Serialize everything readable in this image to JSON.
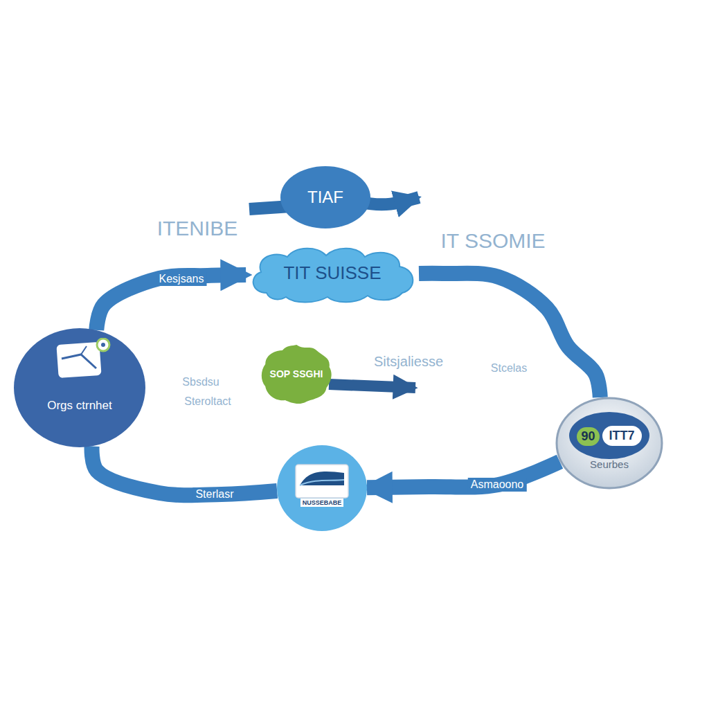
{
  "diagram": {
    "nodes": [
      {
        "text": [
          "TIAF"
        ]
      },
      {
        "text": [
          "TIT SUISSE"
        ]
      },
      {
        "text": [
          "Orgs ctrnhet"
        ]
      },
      {
        "text": [
          "SOP SSGHI"
        ]
      },
      {
        "text": [
          "NUSSEBABE"
        ]
      },
      {
        "text": [
          "90",
          "ITT7",
          "Seurbes"
        ]
      }
    ],
    "edges": [
      {
        "from": 2,
        "to": 1,
        "label": "Kesjsans",
        "arrow": "to"
      },
      {
        "from": 1,
        "to": 5,
        "arrow": "none"
      },
      {
        "from": 5,
        "to": 4,
        "label": "Asmaoono",
        "arrow": "to"
      },
      {
        "from": 2,
        "to": 4,
        "label": "Sterlasr",
        "arrow": "none"
      }
    ],
    "labels": [
      "ITENIBE",
      "IT SSOMIE",
      "Sitsjaliesse",
      "Stcelas",
      "Sbsdsu",
      "Steroltact"
    ]
  }
}
